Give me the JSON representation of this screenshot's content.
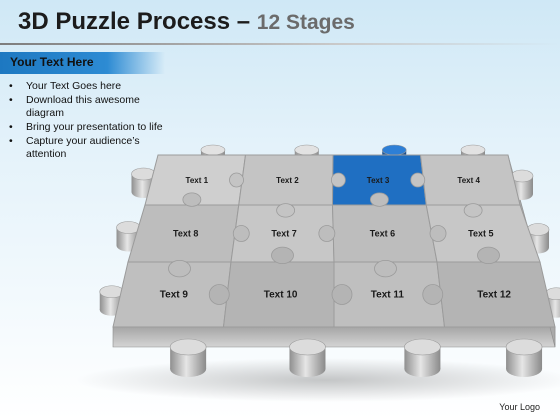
{
  "header": {
    "title_main": "3D Puzzle Process –",
    "title_sub": "12 Stages"
  },
  "sidebar": {
    "heading": "Your Text Here",
    "bullets": [
      "Your Text Goes here",
      "Download this awesome diagram",
      "Bring your presentation to life",
      "Capture your audience’s attention"
    ]
  },
  "puzzle": {
    "highlight_piece": "Text 3",
    "colors": {
      "highlight": "#1f6fc2",
      "piece": "#bdbdbd",
      "edge": "#8c8c8c"
    },
    "rows": [
      [
        "Text 1",
        "Text 2",
        "Text 3",
        "Text 4"
      ],
      [
        "Text 8",
        "Text 7",
        "Text 6",
        "Text 5"
      ],
      [
        "Text 9",
        "Text 10",
        "Text 11",
        "Text 12"
      ]
    ]
  },
  "footer": {
    "logo": "Your Logo"
  }
}
